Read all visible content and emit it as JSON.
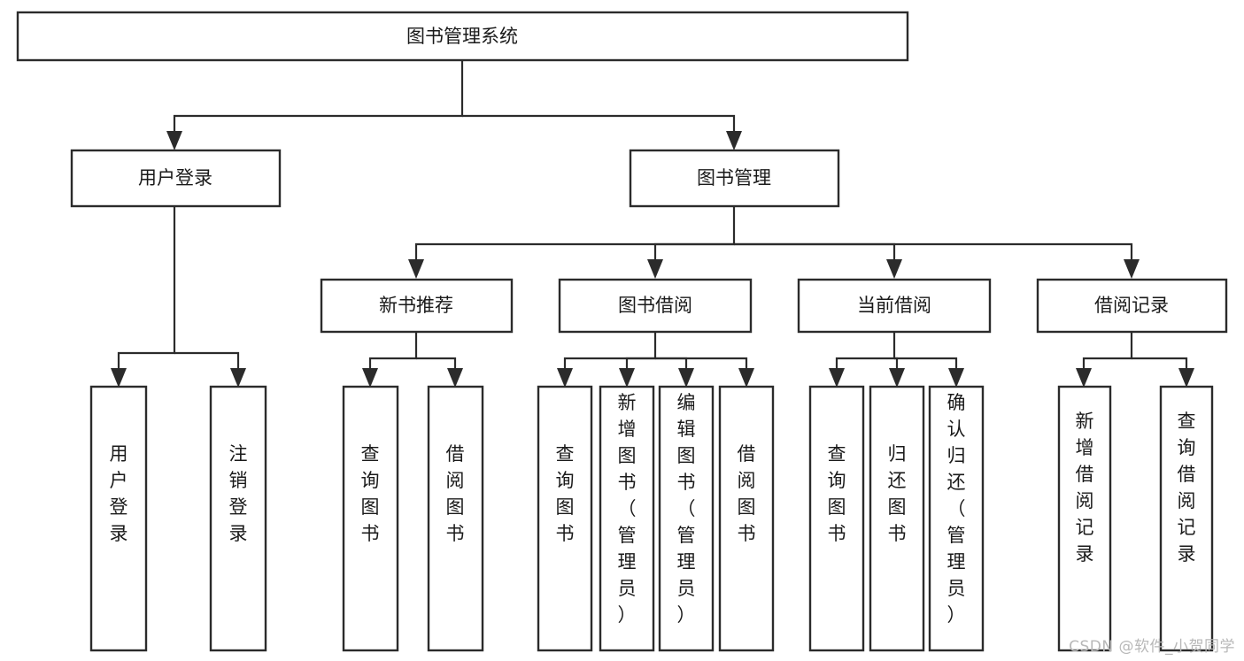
{
  "diagram": {
    "title": "图书管理系统",
    "watermark": "CSDN @软件_小贺同学",
    "type": "tree-hierarchy-chart",
    "colors": {
      "box_stroke": "#2b2b2b",
      "box_fill": "#ffffff",
      "text": "#1a1a1a",
      "connector": "#2b2b2b",
      "watermark": "#b8b8b8",
      "background": "#ffffff"
    },
    "root": {
      "label": "图书管理系统"
    },
    "level2": [
      {
        "id": "user-login",
        "label": "用户登录"
      },
      {
        "id": "book-manage",
        "label": "图书管理"
      }
    ],
    "level3": [
      {
        "id": "new-book-recommend",
        "label": "新书推荐",
        "parent": "book-manage"
      },
      {
        "id": "book-borrow",
        "label": "图书借阅",
        "parent": "book-manage"
      },
      {
        "id": "current-borrow",
        "label": "当前借阅",
        "parent": "book-manage"
      },
      {
        "id": "borrow-record",
        "label": "借阅记录",
        "parent": "book-manage"
      }
    ],
    "leaves": {
      "user_login": [
        {
          "id": "leaf-user-login",
          "label": "用户登录"
        },
        {
          "id": "leaf-logout-login",
          "label": "注销登录"
        }
      ],
      "new_book_recommend": [
        {
          "id": "leaf-query-book-1",
          "label": "查询图书"
        },
        {
          "id": "leaf-borrow-book-1",
          "label": "借阅图书"
        }
      ],
      "book_borrow": [
        {
          "id": "leaf-query-book-2",
          "label": "查询图书"
        },
        {
          "id": "leaf-add-book",
          "label": "新增图书（管理员）"
        },
        {
          "id": "leaf-edit-book",
          "label": "编辑图书（管理员）"
        },
        {
          "id": "leaf-borrow-book-2",
          "label": "借阅图书"
        }
      ],
      "current_borrow": [
        {
          "id": "leaf-query-book-3",
          "label": "查询图书"
        },
        {
          "id": "leaf-return-book",
          "label": "归还图书"
        },
        {
          "id": "leaf-confirm-return",
          "label": "确认归还（管理员）"
        }
      ],
      "borrow_record": [
        {
          "id": "leaf-add-record",
          "label": "新增借阅记录"
        },
        {
          "id": "leaf-query-record",
          "label": "查询借阅记录"
        }
      ]
    }
  }
}
